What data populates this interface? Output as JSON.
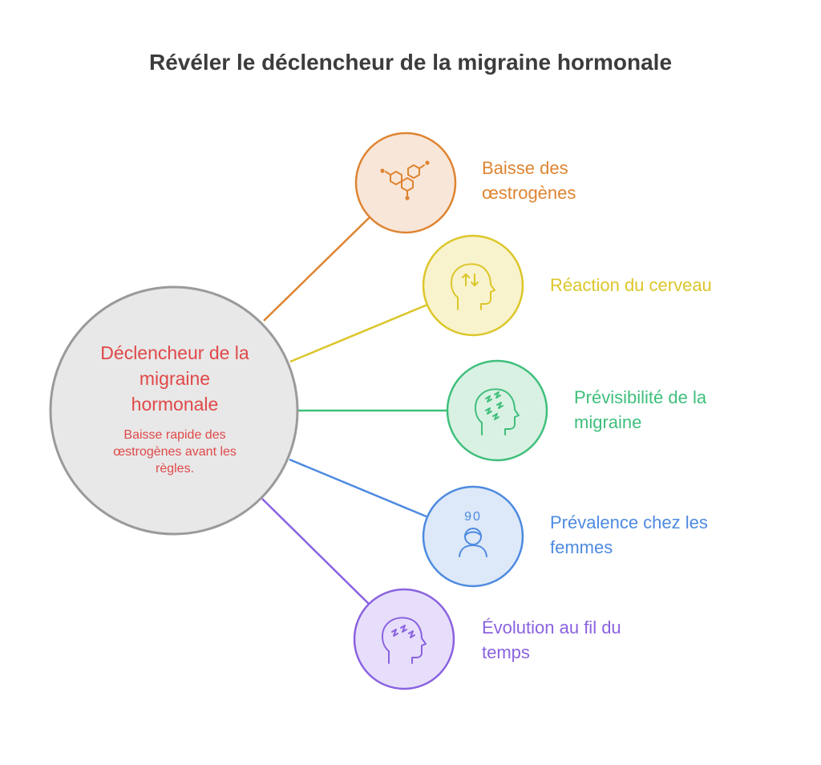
{
  "title": "Révéler le déclencheur de la migraine hormonale",
  "hub": {
    "title_lines": [
      "Déclencheur de la",
      "migraine",
      "hormonale"
    ],
    "description_lines": [
      "Baisse rapide des",
      "œstrogènes avant les",
      "règles."
    ]
  },
  "branches": [
    {
      "lines": [
        "Baisse des",
        "œstrogènes"
      ],
      "icon": "molecule-icon",
      "color": "#de8431",
      "fill": "#f8e6d8"
    },
    {
      "lines": [
        "Réaction du cerveau"
      ],
      "icon": "head-arrows-icon",
      "color": "#dcc62a",
      "fill": "#f8f3cc"
    },
    {
      "lines": [
        "Prévisibilité de la",
        "migraine"
      ],
      "icon": "head-lightning-icon",
      "color": "#3fbf7c",
      "fill": "#d9f1e3"
    },
    {
      "lines": [
        "Prévalence chez les",
        "femmes"
      ],
      "icon": "woman-icon",
      "color": "#4d8ae0",
      "fill": "#dde8f8"
    },
    {
      "lines": [
        "Évolution au fil du",
        "temps"
      ],
      "icon": "head-pain-icon",
      "color": "#8a62e0",
      "fill": "#e6defa"
    }
  ],
  "icon_text": {
    "woman_counter": "90"
  }
}
